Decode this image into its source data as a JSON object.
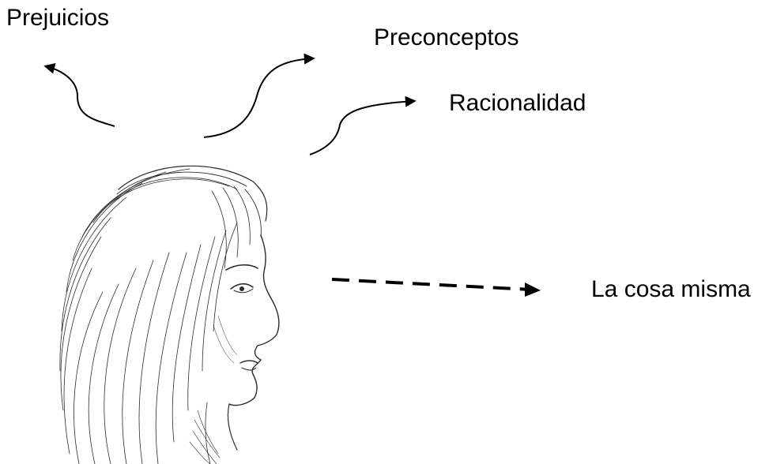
{
  "labels": {
    "prejuicios": "Prejuicios",
    "preconceptos": "Preconceptos",
    "racionalidad": "Racionalidad",
    "cosa_misma": "La cosa misma"
  },
  "colors": {
    "ink": "#000000",
    "sketch": "#2b2b2b",
    "background": "#ffffff"
  },
  "figure": {
    "icon": "woman-profile-sketch"
  }
}
